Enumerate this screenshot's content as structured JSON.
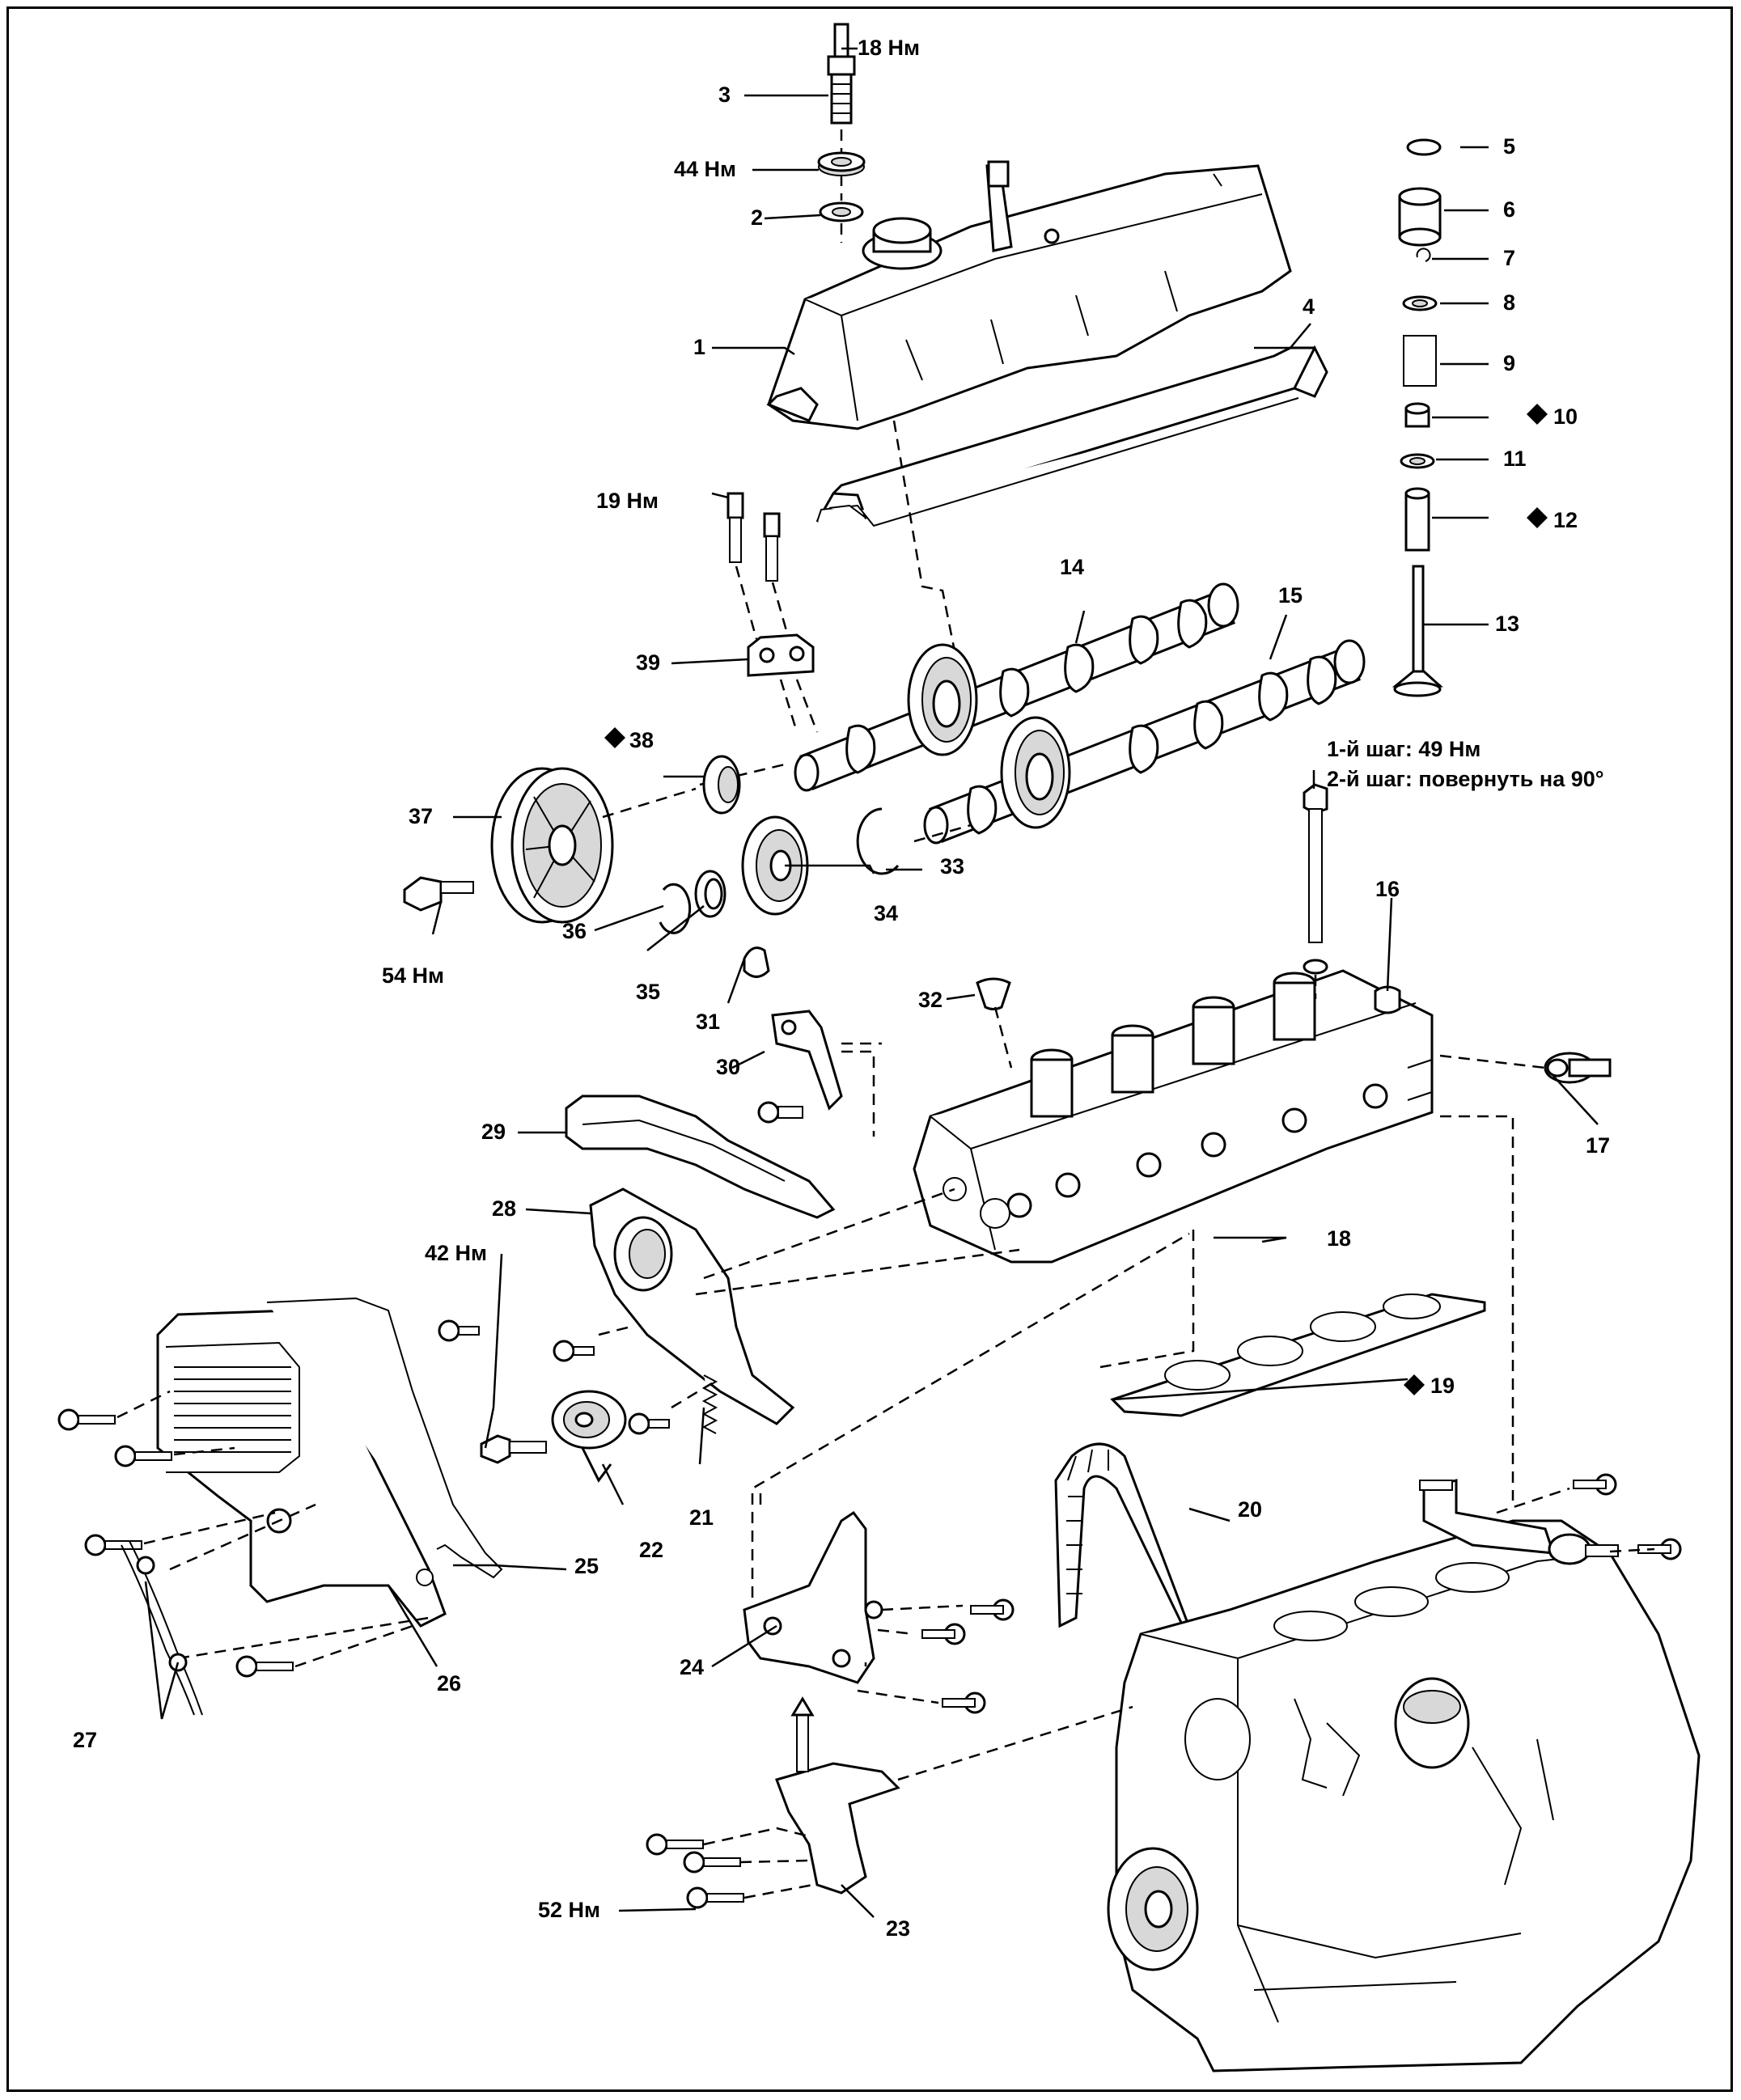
{
  "diagram": {
    "callouts": {
      "n1": "1",
      "n2": "2",
      "n3": "3",
      "n4": "4",
      "n5": "5",
      "n6": "6",
      "n7": "7",
      "n8": "8",
      "n9": "9",
      "n10": "10",
      "n11": "11",
      "n12": "12",
      "n13": "13",
      "n14": "14",
      "n15": "15",
      "n16": "16",
      "n17": "17",
      "n18": "18",
      "n19": "19",
      "n20": "20",
      "n21": "21",
      "n22": "22",
      "n23": "23",
      "n24": "24",
      "n25": "25",
      "n26": "26",
      "n27": "27",
      "n28": "28",
      "n29": "29",
      "n30": "30",
      "n31": "31",
      "n32": "32",
      "n33": "33",
      "n34": "34",
      "n35": "35",
      "n36": "36",
      "n37": "37",
      "n38": "38",
      "n39": "39"
    },
    "torques": {
      "spark_plug": "18 Нм",
      "plug_nut": "44 Нм",
      "cover_bolt": "19 Нм",
      "head_bolt_step1": "1-й шаг: 49 Нм",
      "head_bolt_step2": "2-й шаг: повернуть на 90°",
      "pulley_bolt": "54 Нм",
      "tensioner_bolt": "42 Нм",
      "bracket_bolt": "52 Нм"
    },
    "marker": "◆"
  }
}
